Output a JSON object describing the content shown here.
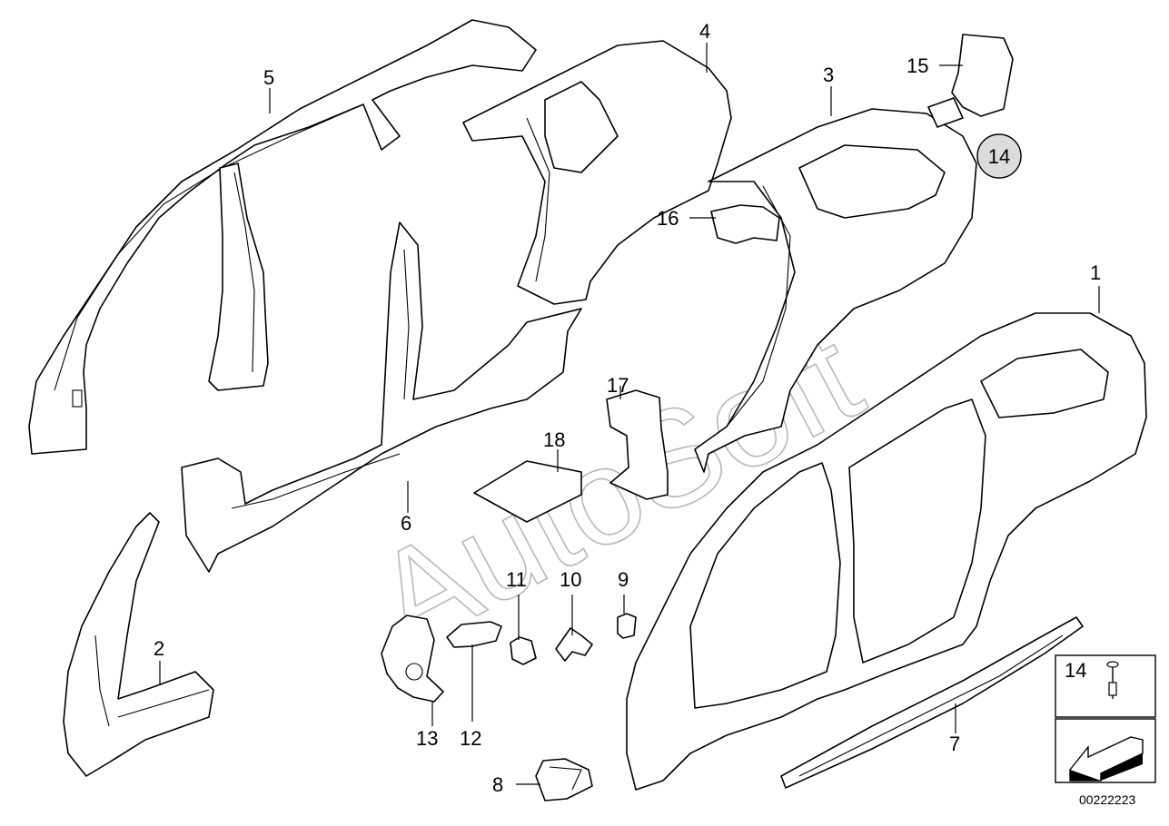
{
  "watermark": "AutoSoft",
  "callouts": {
    "p1": "1",
    "p2": "2",
    "p3": "3",
    "p4": "4",
    "p5": "5",
    "p6": "6",
    "p7": "7",
    "p8": "8",
    "p9": "9",
    "p10": "10",
    "p11": "11",
    "p12": "12",
    "p13": "13",
    "p14_circle": "14",
    "p15": "15",
    "p16": "16",
    "p17": "17",
    "p18": "18"
  },
  "legend": {
    "rivet_label": "14",
    "arrow_icon": "direction-arrow-icon"
  },
  "reference_number": "00222223"
}
